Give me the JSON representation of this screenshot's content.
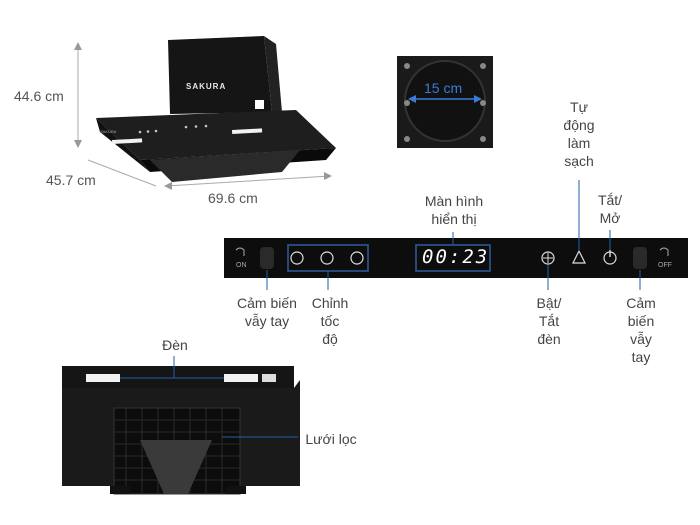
{
  "product": {
    "brand": "SAKURA",
    "panel_brand_small": "SAKURA"
  },
  "dimensions": {
    "height": "44.6 cm",
    "depth": "45.7 cm",
    "width": "69.6 cm",
    "duct": "15 cm"
  },
  "control_panel": {
    "display_value": "00:23",
    "left_sensor_tag": "ON",
    "right_sensor_tag": "OFF"
  },
  "labels": {
    "display": "Màn hình\nhiển thị",
    "self_clean": "Tự\nđộng\nlàm\nsạch",
    "power": "Tắt/\nMở",
    "hand_sensor_left": "Cảm biến\nvẫy tay",
    "speed": "Chỉnh\ntốc\nđộ",
    "light_toggle": "Bật/\nTắt\nđèn",
    "hand_sensor_right": "Cảm\nbiến\nvẫy\ntay",
    "light": "Đèn",
    "filter": "Lưới lọc"
  },
  "colors": {
    "hood": "#1c1c1e",
    "panel": "#0d0d0d",
    "display": "#ffffff",
    "light_bar": "#f2f2f2",
    "leader": "#1f5fa8"
  }
}
